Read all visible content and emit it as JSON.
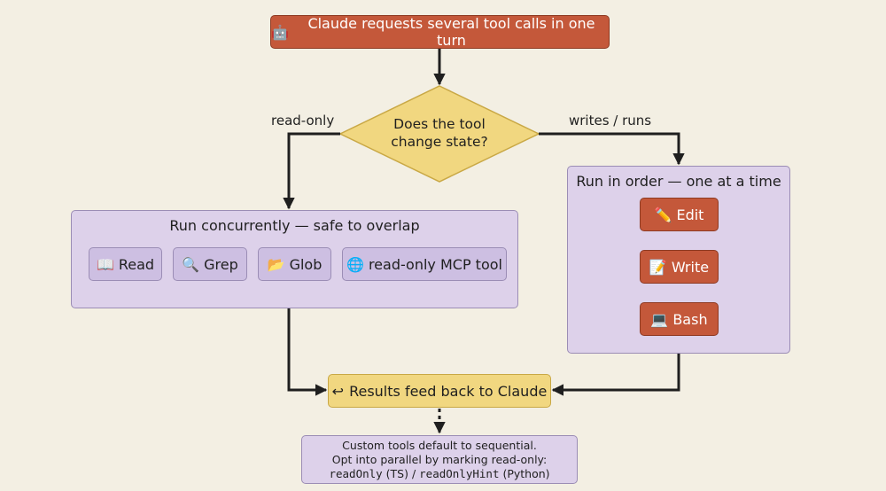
{
  "colors": {
    "background": "#f3efe3",
    "action_fill": "#c4583a",
    "decision_fill": "#f1d780",
    "panel_fill": "#ddd1ea",
    "tool_fill": "#cdbfe2",
    "arrow": "#1f1f1f"
  },
  "top_node": {
    "icon": "robot-icon",
    "icon_glyph": "🤖",
    "label": "Claude requests several tool calls in one turn"
  },
  "decision": {
    "line1": "Does the tool",
    "line2": "change state?"
  },
  "edges": {
    "left_label": "read-only",
    "right_label": "writes / runs"
  },
  "concurrent_panel": {
    "title": "Run concurrently — safe to overlap",
    "tools": [
      {
        "icon": "book-icon",
        "icon_glyph": "📖",
        "label": "Read"
      },
      {
        "icon": "magnifier-icon",
        "icon_glyph": "🔍",
        "label": "Grep"
      },
      {
        "icon": "folder-icon",
        "icon_glyph": "📂",
        "label": "Glob"
      },
      {
        "icon": "globe-icon",
        "icon_glyph": "🌐",
        "label": "read-only MCP tool"
      }
    ]
  },
  "sequential_panel": {
    "title": "Run in order — one at a time",
    "steps": [
      {
        "icon": "pencil-icon",
        "icon_glyph": "✏️",
        "label": "Edit"
      },
      {
        "icon": "memo-icon",
        "icon_glyph": "📝",
        "label": "Write"
      },
      {
        "icon": "laptop-icon",
        "icon_glyph": "💻",
        "label": "Bash"
      }
    ]
  },
  "results": {
    "icon": "return-arrow-icon",
    "icon_glyph": "↩",
    "label": "Results feed back to Claude"
  },
  "note": {
    "line1": "Custom tools default to sequential.",
    "line2": "Opt into parallel by marking read-only:",
    "code1": "readOnly",
    "text1": " (TS) / ",
    "code2": "readOnlyHint",
    "text2": " (Python)"
  }
}
